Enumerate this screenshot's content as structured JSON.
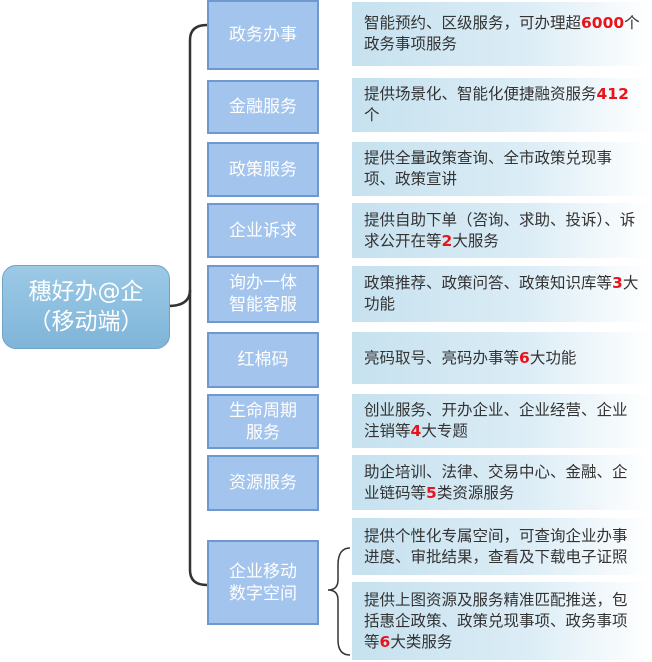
{
  "root": {
    "line1": "穗好办@企",
    "line2": "（移动端）"
  },
  "items": [
    {
      "label1": "政务办事",
      "label2": "",
      "desc": [
        {
          "pre": "智能预约、区级服务，可办理超",
          "num": "6000",
          "post": "个政务事项服务"
        }
      ]
    },
    {
      "label1": "金融服务",
      "label2": "",
      "desc": [
        {
          "pre": "提供场景化、智能化便捷融资服务",
          "num": "412",
          "post": "个"
        }
      ]
    },
    {
      "label1": "政策服务",
      "label2": "",
      "desc": [
        {
          "pre": "提供全量政策查询、全市政策兑现事项、政策宣讲",
          "num": "",
          "post": ""
        }
      ]
    },
    {
      "label1": "企业诉求",
      "label2": "",
      "desc": [
        {
          "pre": "提供自助下单（咨询、求助、投诉）、诉求公开在等",
          "num": "2",
          "post": "大服务"
        }
      ]
    },
    {
      "label1": "询办一体",
      "label2": "智能客服",
      "desc": [
        {
          "pre": "政策推荐、政策问答、政策知识库等",
          "num": "3",
          "post": "大功能"
        }
      ]
    },
    {
      "label1": "红棉码",
      "label2": "",
      "desc": [
        {
          "pre": "亮码取号、亮码办事等",
          "num": "6",
          "post": "大功能"
        }
      ]
    },
    {
      "label1": "生命周期",
      "label2": "服务",
      "desc": [
        {
          "pre": "创业服务、开办企业、企业经营、企业注销等",
          "num": "4",
          "post": "大专题"
        }
      ]
    },
    {
      "label1": "资源服务",
      "label2": "",
      "desc": [
        {
          "pre": "助企培训、法律、交易中心、金融、企业链码等",
          "num": "5",
          "post": "类资源服务"
        }
      ]
    },
    {
      "label1": "企业移动",
      "label2": "数字空间",
      "desc": [
        {
          "pre": "提供个性化专属空间，可查询企业办事进度、审批结果，查看及下载电子证照",
          "num": "",
          "post": ""
        },
        {
          "pre": "提供上图资源及服务精准匹配推送，包括惠企政策、政策兑现事项、政务事项等",
          "num": "6",
          "post": "大类服务"
        }
      ]
    }
  ]
}
